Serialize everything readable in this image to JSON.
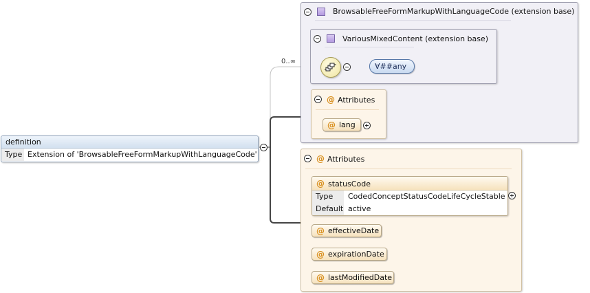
{
  "definition": {
    "name": "definition",
    "type_label": "Type",
    "type_value": "Extension of 'BrowsableFreeFormMarkupWithLanguageCode'"
  },
  "base_type": {
    "title": "BrowsableFreeFormMarkupWithLanguageCode (extension base)",
    "inner": {
      "title": "VariousMixedContent (extension base)",
      "occurrence": "0..∞",
      "wildcard": "∀##any"
    },
    "attributes": {
      "title": "Attributes",
      "items": [
        "lang"
      ]
    }
  },
  "attributes": {
    "title": "Attributes",
    "status_code": {
      "name": "statusCode",
      "rows": [
        {
          "key": "Type",
          "value": "CodedConceptStatusCodeLifeCycleStable"
        },
        {
          "key": "Default",
          "value": "active"
        }
      ]
    },
    "items": [
      "effectiveDate",
      "expirationDate",
      "lastModifiedDate"
    ]
  },
  "symbols": {
    "at": "@"
  },
  "colors": {
    "purple_box": "#f1f0f6",
    "attribute_box": "#fdf5e9",
    "element_header": "#d2e0ef",
    "connector": "#444444"
  }
}
